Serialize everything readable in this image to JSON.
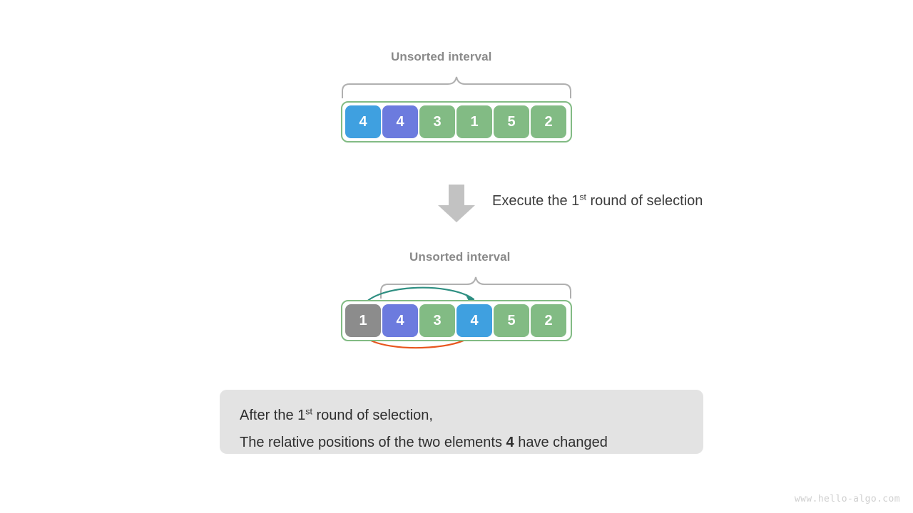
{
  "diagram": {
    "title_label": "Unsorted interval",
    "watermark": "www.hello-algo.com",
    "accent_colors": {
      "green": "#82bb84",
      "blue": "#3fa0e0",
      "purple": "#6c7bde",
      "gray": "#8c8c8c",
      "teal_arrow": "#2f8f82",
      "orange_arrow": "#e8561f",
      "brace": "#b0b0b0",
      "caption_bg": "#e3e3e3"
    }
  },
  "stage1": {
    "label": "Unsorted interval",
    "cells": [
      {
        "value": "4",
        "color": "blue"
      },
      {
        "value": "4",
        "color": "purple"
      },
      {
        "value": "3",
        "color": "green"
      },
      {
        "value": "1",
        "color": "green"
      },
      {
        "value": "5",
        "color": "green"
      },
      {
        "value": "2",
        "color": "green"
      }
    ]
  },
  "step": {
    "text_before": "Execute the 1",
    "ordinal_suffix": "st",
    "text_after": " round of selection",
    "arrow_icon": "arrow-down-icon"
  },
  "stage2": {
    "label": "Unsorted interval",
    "cells": [
      {
        "value": "1",
        "color": "gray"
      },
      {
        "value": "4",
        "color": "purple"
      },
      {
        "value": "3",
        "color": "green"
      },
      {
        "value": "4",
        "color": "blue"
      },
      {
        "value": "5",
        "color": "green"
      },
      {
        "value": "2",
        "color": "green"
      }
    ]
  },
  "caption": {
    "line1_before": "After the 1",
    "line1_ordinal": "st",
    "line1_after": " round of selection,",
    "line2_before": "The relative positions of the two elements ",
    "line2_bold": "4",
    "line2_after": " have changed"
  }
}
